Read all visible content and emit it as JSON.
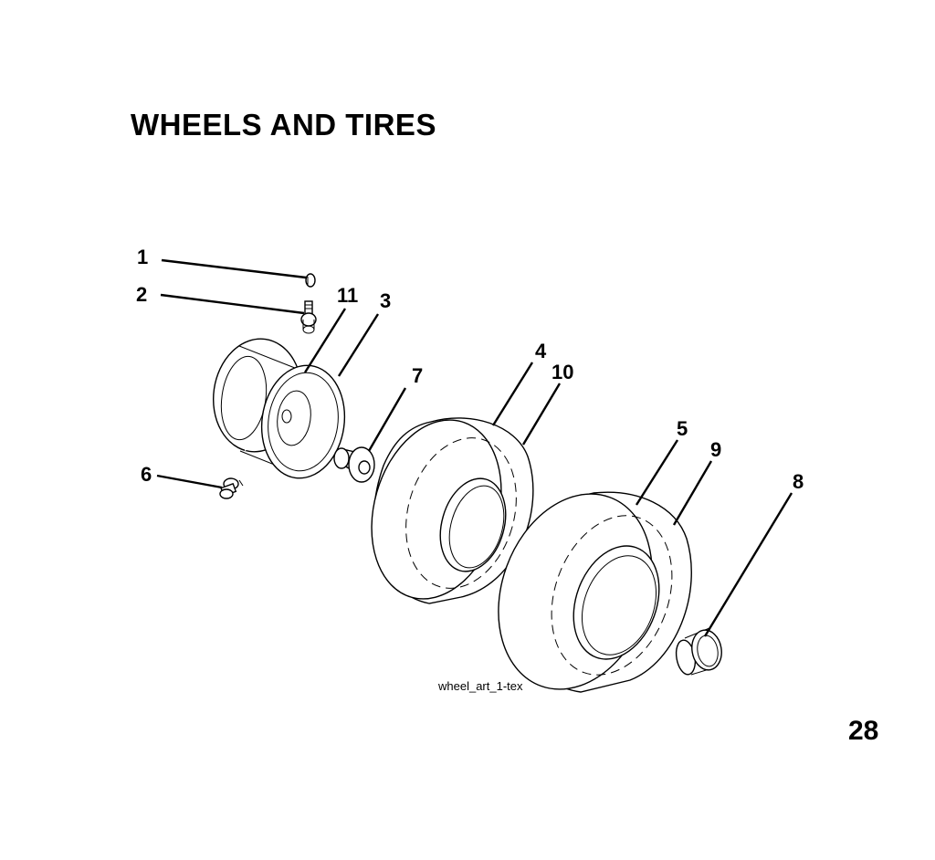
{
  "page": {
    "title": "WHEELS AND TIRES",
    "page_number": "28"
  },
  "diagram": {
    "caption": "wheel_art_1-tex",
    "callouts": [
      {
        "id": "1",
        "label": "1"
      },
      {
        "id": "2",
        "label": "2"
      },
      {
        "id": "3",
        "label": "3"
      },
      {
        "id": "4",
        "label": "4"
      },
      {
        "id": "5",
        "label": "5"
      },
      {
        "id": "6",
        "label": "6"
      },
      {
        "id": "7",
        "label": "7"
      },
      {
        "id": "8",
        "label": "8"
      },
      {
        "id": "9",
        "label": "9"
      },
      {
        "id": "10",
        "label": "10"
      },
      {
        "id": "11",
        "label": "11"
      }
    ]
  }
}
